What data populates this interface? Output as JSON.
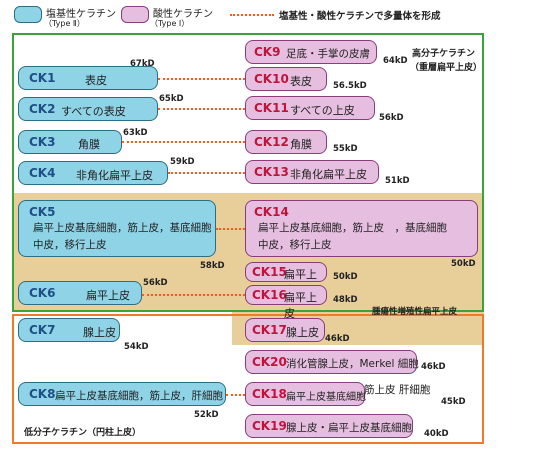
{
  "legend": {
    "basic_title": "塩基性ケラチン",
    "basic_sub": "（Type Ⅱ）",
    "acidic_title": "酸性ケラチン",
    "acidic_sub": "（Type Ⅰ）",
    "pair_label": "塩基性・酸性ケラチンで多量体を形成"
  },
  "regions": {
    "high_mw_line1": "高分子ケラチン",
    "high_mw_line2": "（重層扁平上皮）",
    "tumor_label": "腫瘍性増殖性扁平上皮",
    "low_mw_label": "低分子ケラチン（円柱上皮）"
  },
  "colors": {
    "basic_fill": "#8fd3e6",
    "acidic_fill": "#e6bfe0",
    "pair_line": "#ff5a14",
    "high_frame": "#3aa33a",
    "low_frame": "#f07a2a",
    "tumor_band": "#e8cf9a"
  },
  "basic": [
    {
      "id": "CK1",
      "desc": "表皮",
      "mw": "67kD"
    },
    {
      "id": "CK2",
      "desc": "すべての表皮",
      "mw": "65kD"
    },
    {
      "id": "CK3",
      "desc": "角膜",
      "mw": "63kD"
    },
    {
      "id": "CK4",
      "desc": "非角化扁平上皮",
      "mw": "59kD"
    },
    {
      "id": "CK5",
      "desc1": "扁平上皮基底細胞，筋上皮，基底細胞",
      "desc2": "中皮，移行上皮",
      "mw": "58kD"
    },
    {
      "id": "CK6",
      "desc": "扁平上皮",
      "mw": "56kD"
    },
    {
      "id": "CK7",
      "desc": "腺上皮",
      "mw": "54kD"
    },
    {
      "id": "CK8",
      "desc": "扁平上皮基底細胞，筋上皮，肝細胞",
      "mw": "52kD"
    }
  ],
  "acidic": [
    {
      "id": "CK9",
      "desc": "足底・手掌の皮膚",
      "mw": "64kD"
    },
    {
      "id": "CK10",
      "desc": "表皮",
      "mw": "56.5kD"
    },
    {
      "id": "CK11",
      "desc": "すべての上皮",
      "mw": "56kD"
    },
    {
      "id": "CK12",
      "desc": "角膜",
      "mw": "55kD"
    },
    {
      "id": "CK13",
      "desc": "非角化扁平上皮",
      "mw": "51kD"
    },
    {
      "id": "CK14",
      "desc1": "扁平上皮基底細胞，筋上皮　，基底細胞",
      "desc2": "中皮，移行上皮",
      "mw": "50kD"
    },
    {
      "id": "CK15",
      "desc": "扁平上皮",
      "mw": "50kD"
    },
    {
      "id": "CK16",
      "desc": "扁平上皮",
      "mw": "48kD"
    },
    {
      "id": "CK17",
      "desc": "腺上皮",
      "mw": "46kD"
    },
    {
      "id": "CK20",
      "desc": "消化管腺上皮，Merkel 細胞",
      "mw": "46kD"
    },
    {
      "id": "CK18",
      "desc": "扁平上皮基底細胞",
      "desc_over": "筋上皮 肝細胞",
      "mw": "45kD"
    },
    {
      "id": "CK19",
      "desc": "腺上皮・扁平上皮基底細胞",
      "mw": "40kD"
    }
  ]
}
